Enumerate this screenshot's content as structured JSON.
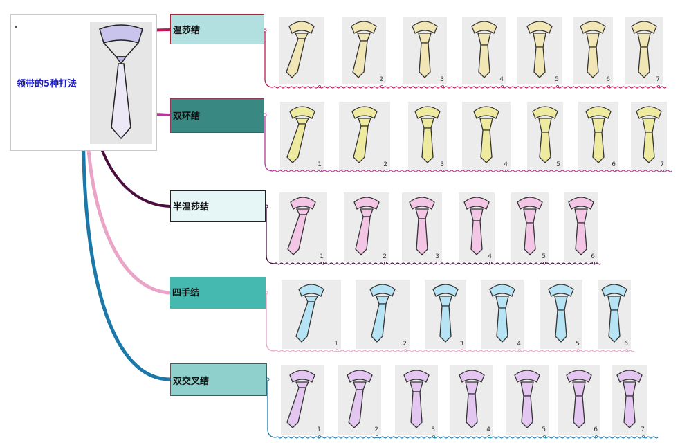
{
  "root": {
    "label": "领带的5种打法"
  },
  "branches": [
    {
      "label": "温莎结",
      "color": "#c0185a",
      "step_count": 7,
      "tie_color": "#f1e6b6",
      "thumb_labels": [
        "",
        "2",
        "3",
        "4",
        "5",
        "6",
        "7"
      ]
    },
    {
      "label": "双环结",
      "color": "#b33a9c",
      "step_count": 7,
      "tie_color": "#eeeaa0",
      "thumb_labels": [
        "1",
        "2",
        "3",
        "4",
        "5",
        "6",
        "7"
      ]
    },
    {
      "label": "半温莎结",
      "color": "#4a0f3e",
      "step_count": 6,
      "tie_color": "#f3c6e6",
      "thumb_labels": [
        "1",
        "2",
        "3",
        "4",
        "5",
        "6"
      ]
    },
    {
      "label": "四手结",
      "color": "#e9a4c8",
      "step_count": 6,
      "tie_color": "#b7e4f4",
      "thumb_labels": [
        "1",
        "2",
        "3",
        "4",
        "5",
        "6"
      ]
    },
    {
      "label": "双交叉结",
      "color": "#1b78a8",
      "step_count": 7,
      "tie_color": "#e3c7f0",
      "thumb_labels": [
        "1",
        "2",
        "3",
        "4",
        "5",
        "6",
        "7"
      ]
    }
  ]
}
